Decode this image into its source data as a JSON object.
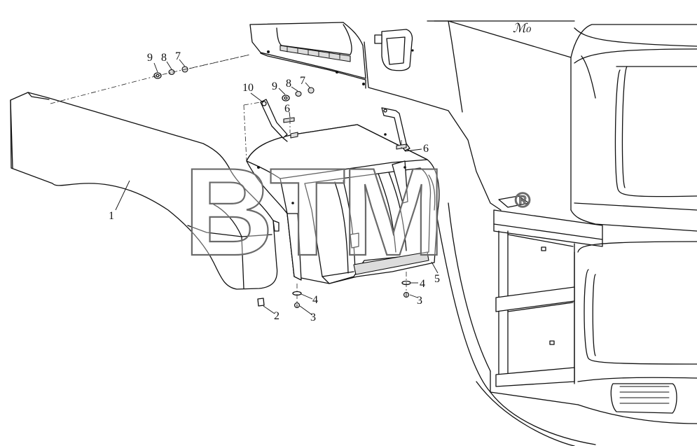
{
  "watermark": {
    "text": "BTM",
    "mark": "®"
  },
  "logo_script": "ℳ₀",
  "callouts": [
    {
      "id": "c1",
      "label": "1"
    },
    {
      "id": "c2",
      "label": "2"
    },
    {
      "id": "c3a",
      "label": "3"
    },
    {
      "id": "c3b",
      "label": "3"
    },
    {
      "id": "c4a",
      "label": "4"
    },
    {
      "id": "c4b",
      "label": "4"
    },
    {
      "id": "c5",
      "label": "5"
    },
    {
      "id": "c6a",
      "label": "6"
    },
    {
      "id": "c6b",
      "label": "6"
    },
    {
      "id": "c7a",
      "label": "7"
    },
    {
      "id": "c7b",
      "label": "7"
    },
    {
      "id": "c8a",
      "label": "8"
    },
    {
      "id": "c8b",
      "label": "8"
    },
    {
      "id": "c9a",
      "label": "9"
    },
    {
      "id": "c9b",
      "label": "9"
    },
    {
      "id": "c10",
      "label": "10"
    }
  ]
}
